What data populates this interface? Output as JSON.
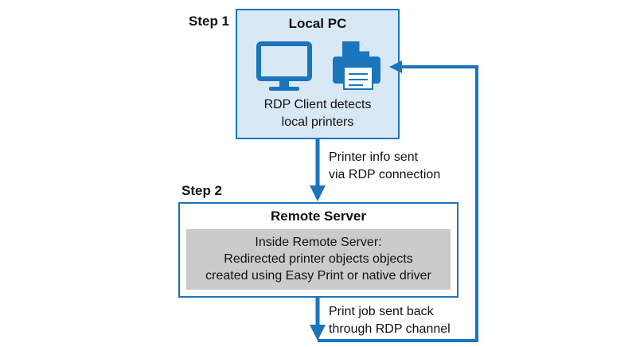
{
  "step1": {
    "label": "Step 1"
  },
  "step2": {
    "label": "Step 2"
  },
  "local_pc": {
    "title": "Local PC",
    "desc_line1": "RDP Client detects",
    "desc_line2": "local printers"
  },
  "remote_server": {
    "title": "Remote Server",
    "inner_line1": "Inside Remote Server:",
    "inner_line2": "Redirected printer objects objects",
    "inner_line3": "created using Easy Print or native driver"
  },
  "arrow1": {
    "line1": "Printer info sent",
    "line2": "via RDP connection"
  },
  "arrow2": {
    "line1": "Print job sent back",
    "line2": "through RDP channel"
  },
  "colors": {
    "accent": "#1a75bd",
    "local_fill": "#d9e8f5",
    "inner_fill": "#cbcbcb"
  },
  "icons": [
    "monitor-icon",
    "printer-icon"
  ]
}
